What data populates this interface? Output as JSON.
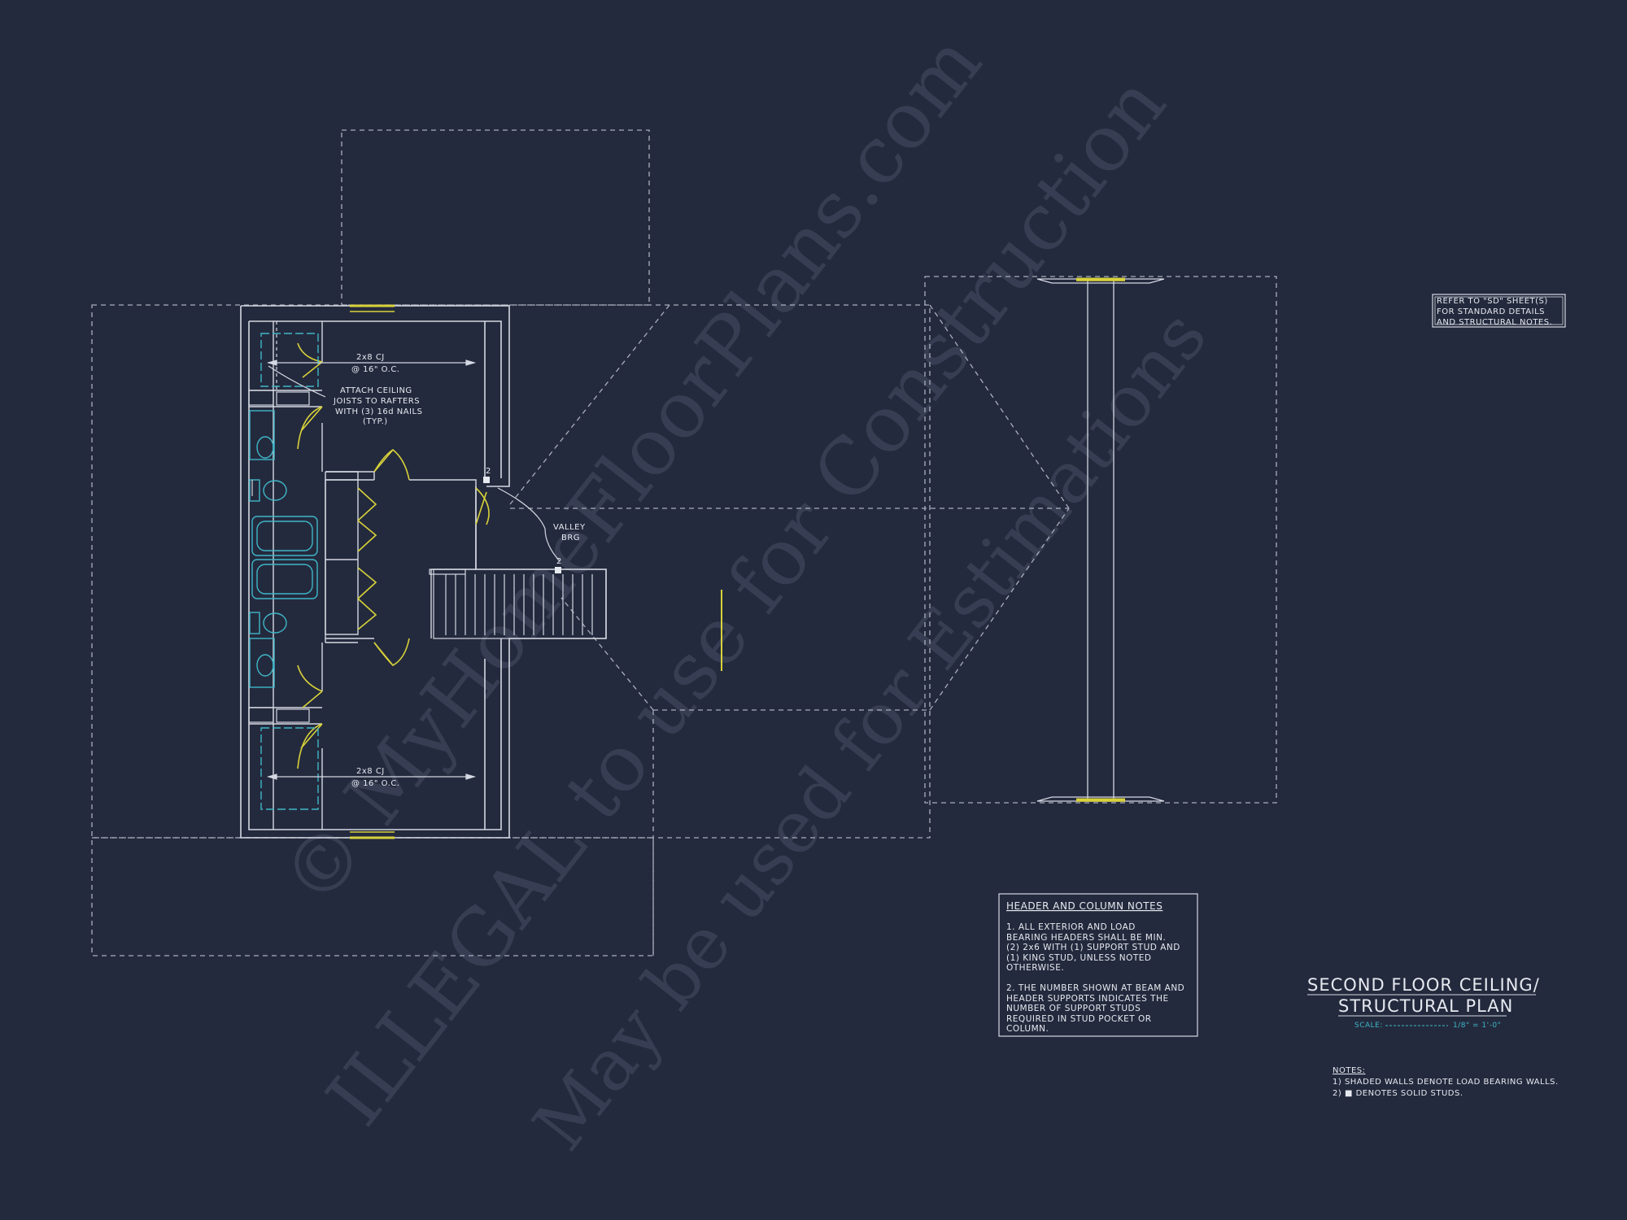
{
  "watermark": {
    "line1": "© MyHomeFloorPlans.com",
    "line2": "ILLEGAL to use for Construction",
    "line3": "May be used for Estimations"
  },
  "labels": {
    "cj_top_1": "2x8 CJ",
    "cj_top_2": "@ 16\" O.C.",
    "attach_1": "ATTACH CEILING",
    "attach_2": "JOISTS TO RAFTERS",
    "attach_3": "WITH (3) 16d NAILS",
    "attach_4": "(TYP.)",
    "valley_1": "VALLEY",
    "valley_2": "BRG",
    "stud_count_a": "2",
    "stud_count_b": "2",
    "cj_bot_1": "2x8 CJ",
    "cj_bot_2": "@ 16\" O.C."
  },
  "refer_note": {
    "line1": "REFER TO \"SD\" SHEET(S)",
    "line2": "FOR STANDARD DETAILS",
    "line3": "AND STRUCTURAL NOTES."
  },
  "header_notes": {
    "title": "HEADER AND COLUMN NOTES",
    "n1_l1": "1. ALL EXTERIOR AND LOAD",
    "n1_l2": "BEARING HEADERS SHALL BE MIN.",
    "n1_l3": "(2) 2x6 WITH (1) SUPPORT STUD AND",
    "n1_l4": "(1) KING STUD, UNLESS NOTED",
    "n1_l5": "OTHERWISE.",
    "n2_l1": "2. THE NUMBER SHOWN AT BEAM AND",
    "n2_l2": "HEADER SUPPORTS INDICATES THE",
    "n2_l3": "NUMBER OF SUPPORT STUDS",
    "n2_l4": "REQUIRED IN STUD POCKET OR",
    "n2_l5": "COLUMN."
  },
  "title_block": {
    "line1": "SECOND FLOOR CEILING/",
    "line2": "STRUCTURAL PLAN",
    "scale_label": "SCALE:",
    "scale_value": "1/8\" = 1'-0\""
  },
  "notes": {
    "title": "NOTES:",
    "n1": "1) SHADED WALLS DENOTE LOAD BEARING WALLS.",
    "n2": "2) ■ DENOTES SOLID STUDS."
  },
  "colors": {
    "background": "#242a3d",
    "lines": "#d4d8e2",
    "dashed": "#a9aebb",
    "accent_yellow": "#d8d23a",
    "fixtures_cyan": "#3fb6c8"
  }
}
